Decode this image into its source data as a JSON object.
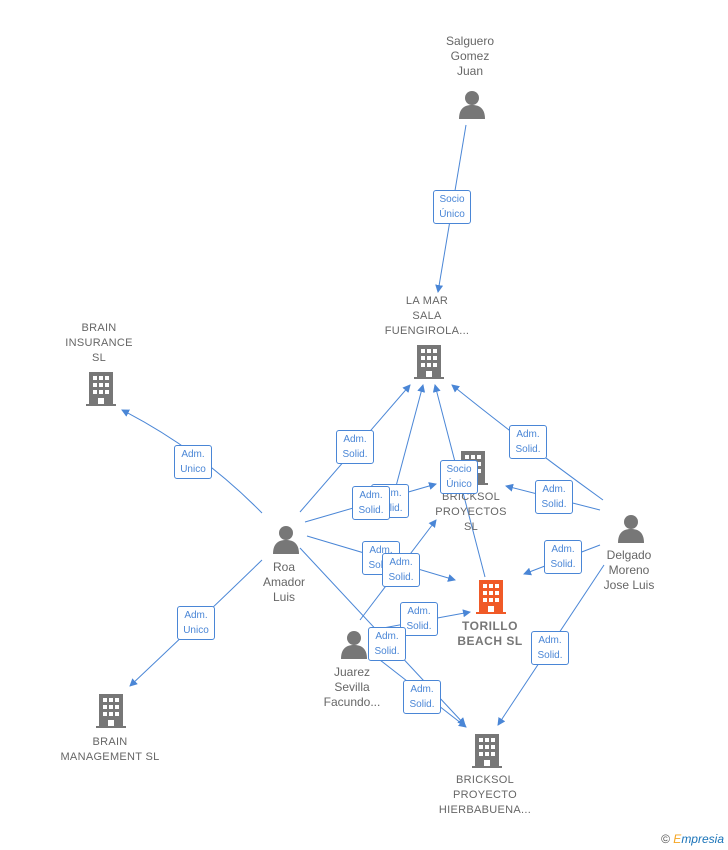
{
  "nodes": {
    "salguero": {
      "label": "Salguero\nGomez\nJuan",
      "kind": "person"
    },
    "lamar": {
      "label": "LA MAR\nSALA\nFUENGIROLA...",
      "kind": "company"
    },
    "brain_ins": {
      "label": "BRAIN\nINSURANCE\nSL",
      "kind": "company"
    },
    "bricksol_proy": {
      "label": "BRICKSOL\nPROYECTOS\nSL",
      "kind": "company"
    },
    "delgado": {
      "label": "Delgado\nMoreno\nJose Luis",
      "kind": "person"
    },
    "roa": {
      "label": "Roa\nAmador\nLuis",
      "kind": "person"
    },
    "torillo": {
      "label": "TORILLO\nBEACH  SL",
      "kind": "main"
    },
    "juarez": {
      "label": "Juarez\nSevilla\nFacundo...",
      "kind": "person"
    },
    "brain_mgmt": {
      "label": "BRAIN\nMANAGEMENT SL",
      "kind": "company"
    },
    "hierbabuena": {
      "label": "BRICKSOL\nPROYECTO\nHIERBABUENA...",
      "kind": "company"
    }
  },
  "edges": {
    "socio_unico_1": "Socio\nÚnico",
    "adm_unico_1": "Adm.\nUnico",
    "adm_unico_2": "Adm.\nUnico",
    "adm_solid_1": "Adm.\nSolid.",
    "adm_solid_2": "Adm.\nSolid.",
    "adm_solid_3": "Adm.\nSolid.",
    "adm_solid_4": "Adm.\nSolid.",
    "adm_solid_5": "Adm.\nSolid.",
    "adm_solid_6": "Adm.\nSolid.",
    "adm_solid_7": "Adm.\nSolid.",
    "adm_solid_8": "Adm.\nSolid.",
    "adm_solid_9": "Adm.\nSolid.",
    "adm_solid_10": "Adm.\nSolid.",
    "adm_solid_11": "Adm.\nSolid.",
    "adm_solid_12": "Adm.\nSolid.",
    "socio_unico_2": "Socio\nÚnico"
  },
  "footer": {
    "copyright": "©",
    "brand_first": "E",
    "brand_rest": "mpresia"
  },
  "colors": {
    "edge": "#4a86d6",
    "building": "#777777",
    "person": "#777777",
    "main": "#f05a28"
  },
  "icons": {
    "person": "person-icon",
    "company": "building-icon"
  }
}
